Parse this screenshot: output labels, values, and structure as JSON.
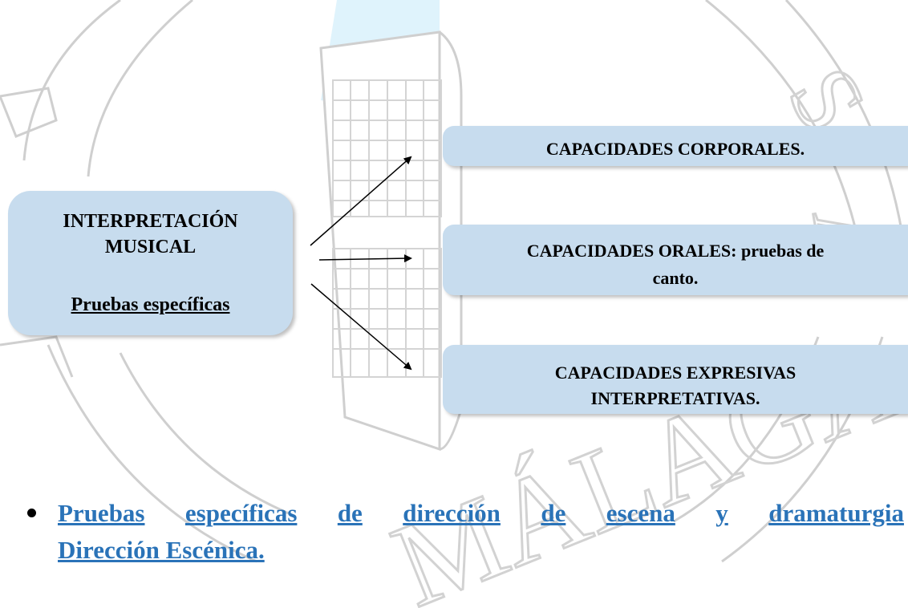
{
  "diagram": {
    "main_box": {
      "line1": "INTERPRETACIÓN",
      "line2": "MUSICAL",
      "line3": "Pruebas específicas"
    },
    "targets": {
      "corporal": "CAPACIDADES CORPORALES.",
      "oral_line1": "CAPACIDADES ORALES: pruebas de",
      "oral_line2": "canto.",
      "expresivas_line1": "CAPACIDADES EXPRESIVAS",
      "expresivas_line2": "INTERPRETATIVAS."
    }
  },
  "bullet": {
    "line1_words": [
      "Pruebas",
      "específicas",
      "de",
      "dirección",
      "de",
      "escena",
      "y",
      "dramaturgia"
    ],
    "line2": "Dirección Escénica."
  },
  "watermark": {
    "text": "MÁLAGA"
  },
  "colors": {
    "box_fill": "#c7dcee",
    "bullet_text": "#2a73b8",
    "watermark_gray": "#cfcfcf",
    "watermark_blue": "#dff3fc"
  }
}
